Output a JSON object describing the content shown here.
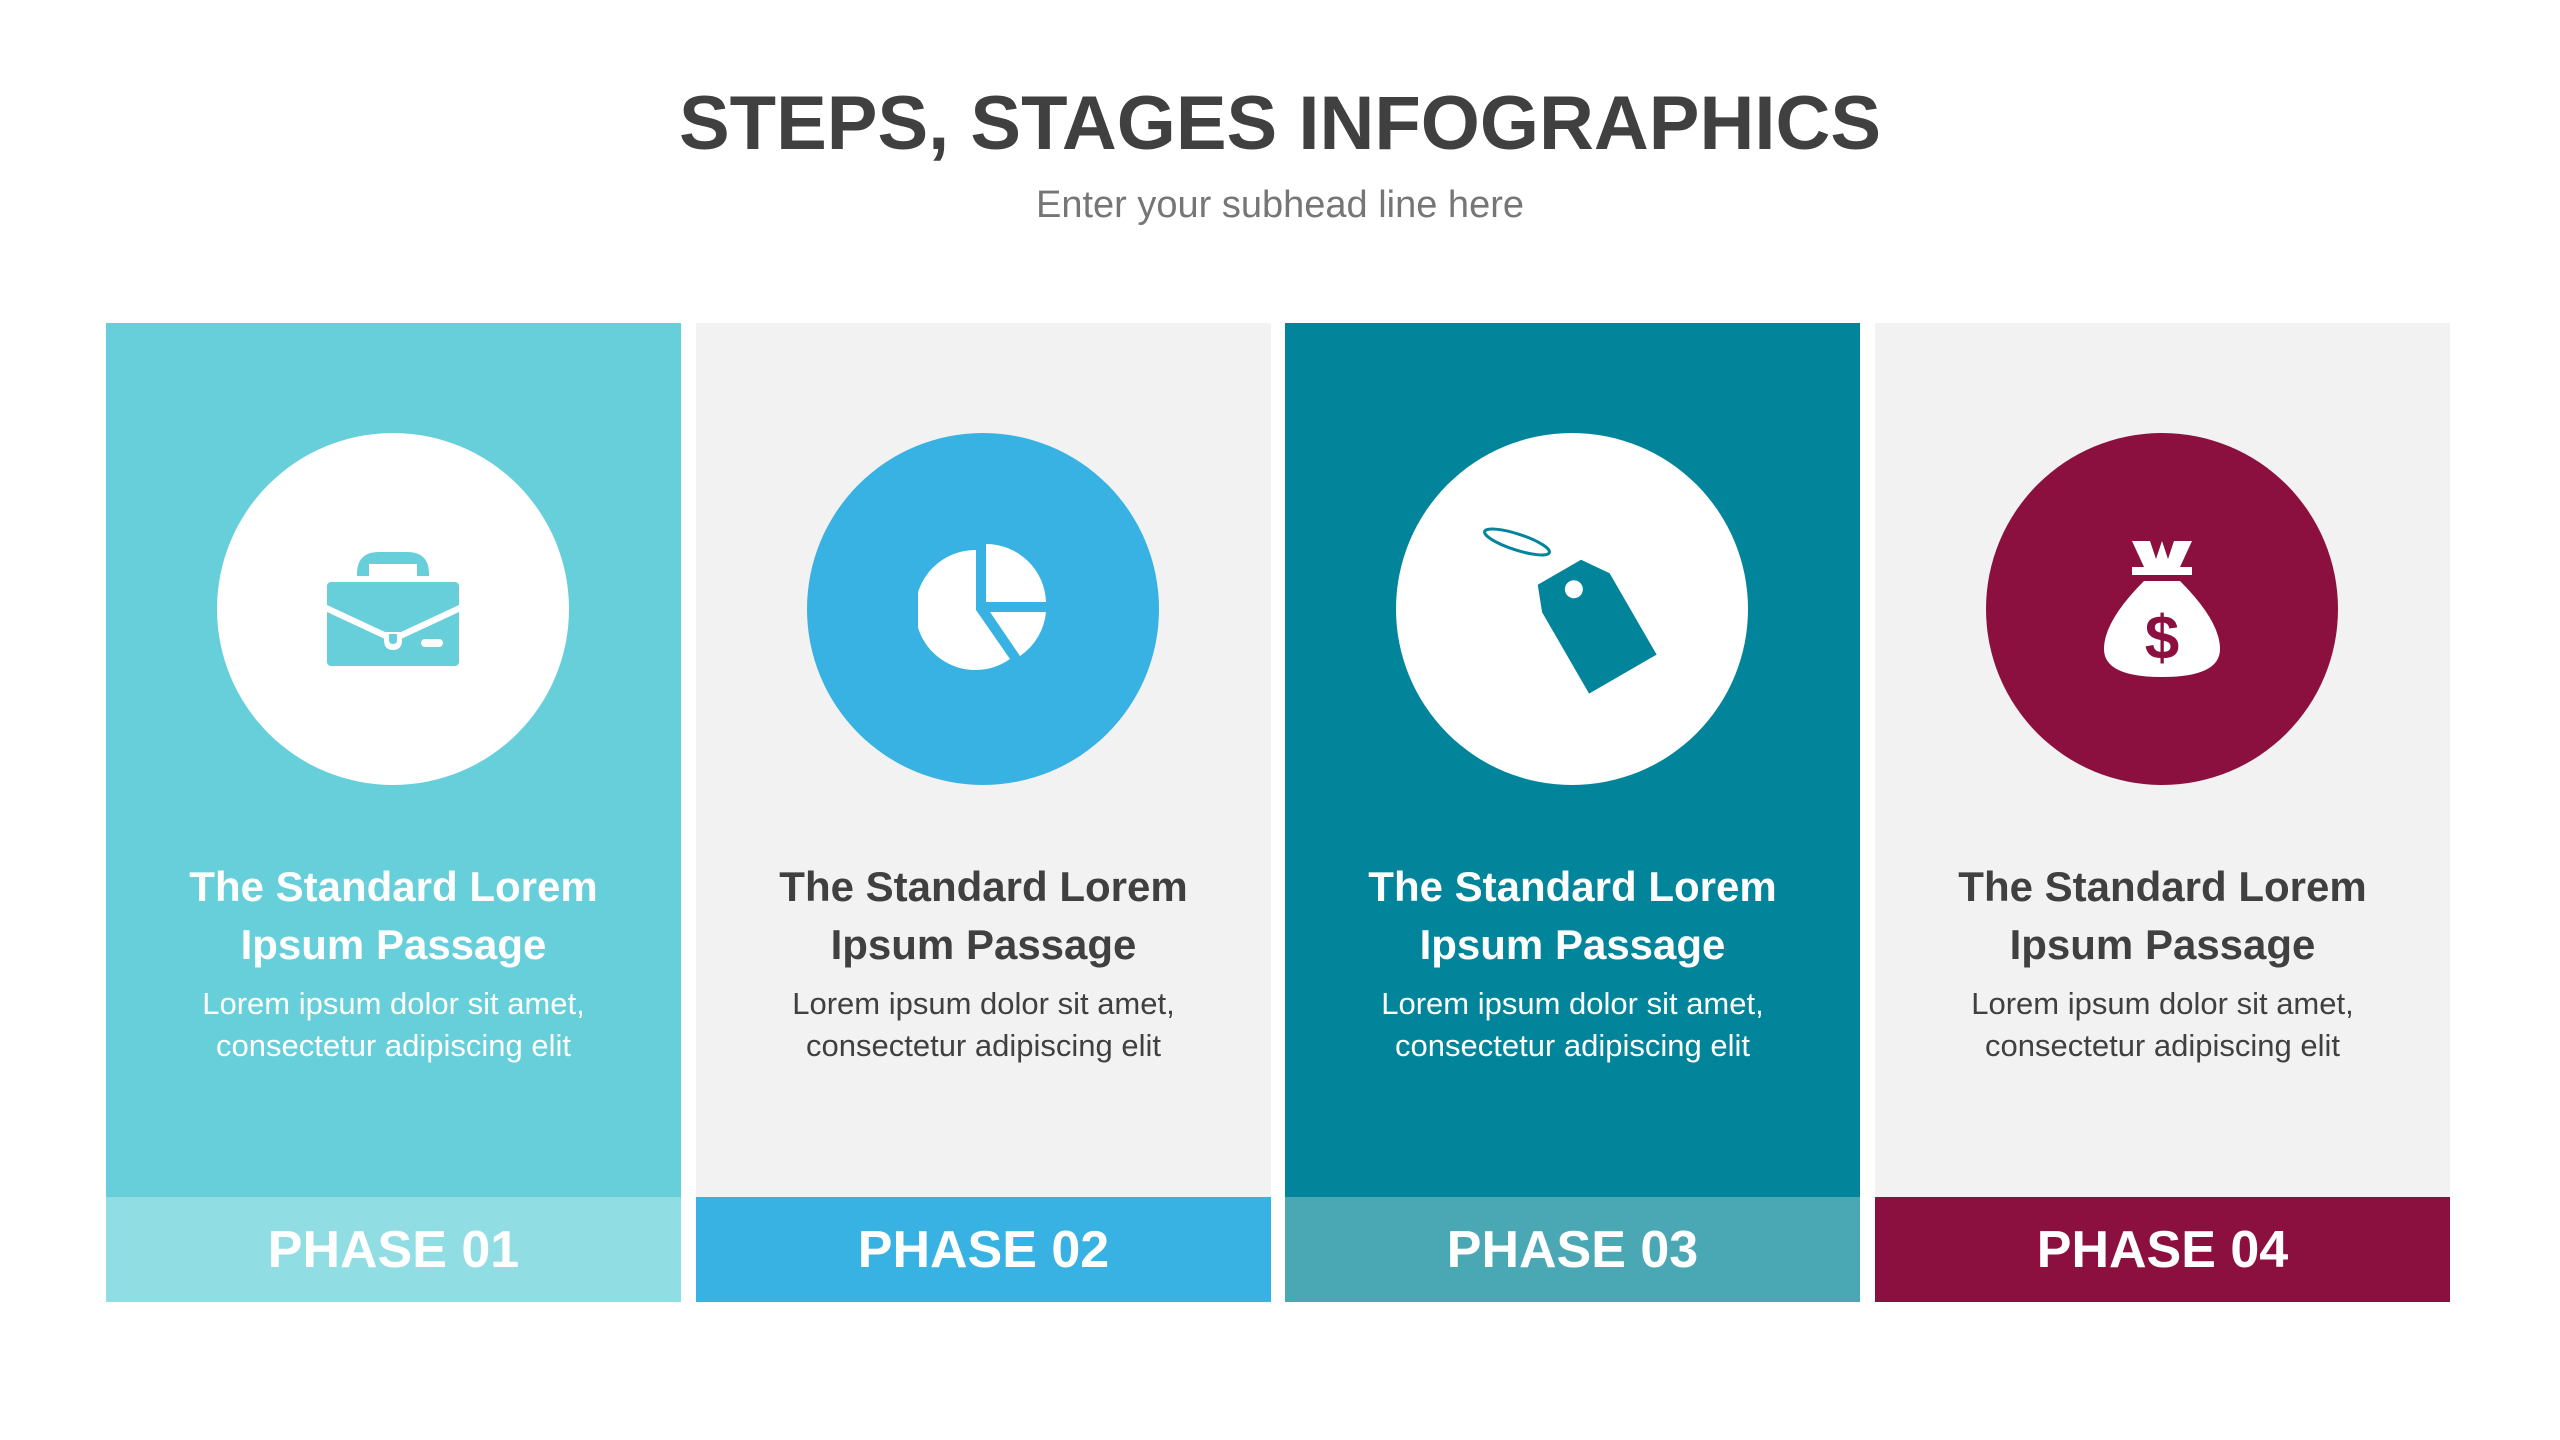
{
  "header": {
    "title": "STEPS, STAGES INFOGRAPHICS",
    "subtitle": "Enter your subhead line here"
  },
  "colors": {
    "title": "#404040",
    "subtitle": "#767676",
    "panel_1_bg": "#66CFD9",
    "panel_1_bar": "#90DDE4",
    "panel_2_bg": "#F2F2F2",
    "panel_2_accent": "#37B2E2",
    "panel_3_bg": "#02849A",
    "panel_3_bar": "#4AA7B4",
    "panel_4_bg": "#F2F2F2",
    "panel_4_accent": "#8C103F"
  },
  "panels": [
    {
      "icon": "briefcase-icon",
      "heading_line1": "The Standard Lorem",
      "heading_line2": "Ipsum Passage",
      "body_line1": "Lorem ipsum dolor sit amet,",
      "body_line2": "consectetur adipiscing elit",
      "phase": "PHASE 01"
    },
    {
      "icon": "pie-chart-icon",
      "heading_line1": "The Standard Lorem",
      "heading_line2": "Ipsum Passage",
      "body_line1": "Lorem ipsum dolor sit amet,",
      "body_line2": "consectetur adipiscing elit",
      "phase": "PHASE 02"
    },
    {
      "icon": "price-tag-icon",
      "heading_line1": "The Standard Lorem",
      "heading_line2": "Ipsum Passage",
      "body_line1": "Lorem ipsum dolor sit amet,",
      "body_line2": "consectetur adipiscing elit",
      "phase": "PHASE 03"
    },
    {
      "icon": "money-bag-icon",
      "heading_line1": "The Standard Lorem",
      "heading_line2": "Ipsum Passage",
      "body_line1": "Lorem ipsum dolor sit amet,",
      "body_line2": "consectetur adipiscing elit",
      "phase": "PHASE 04"
    }
  ]
}
